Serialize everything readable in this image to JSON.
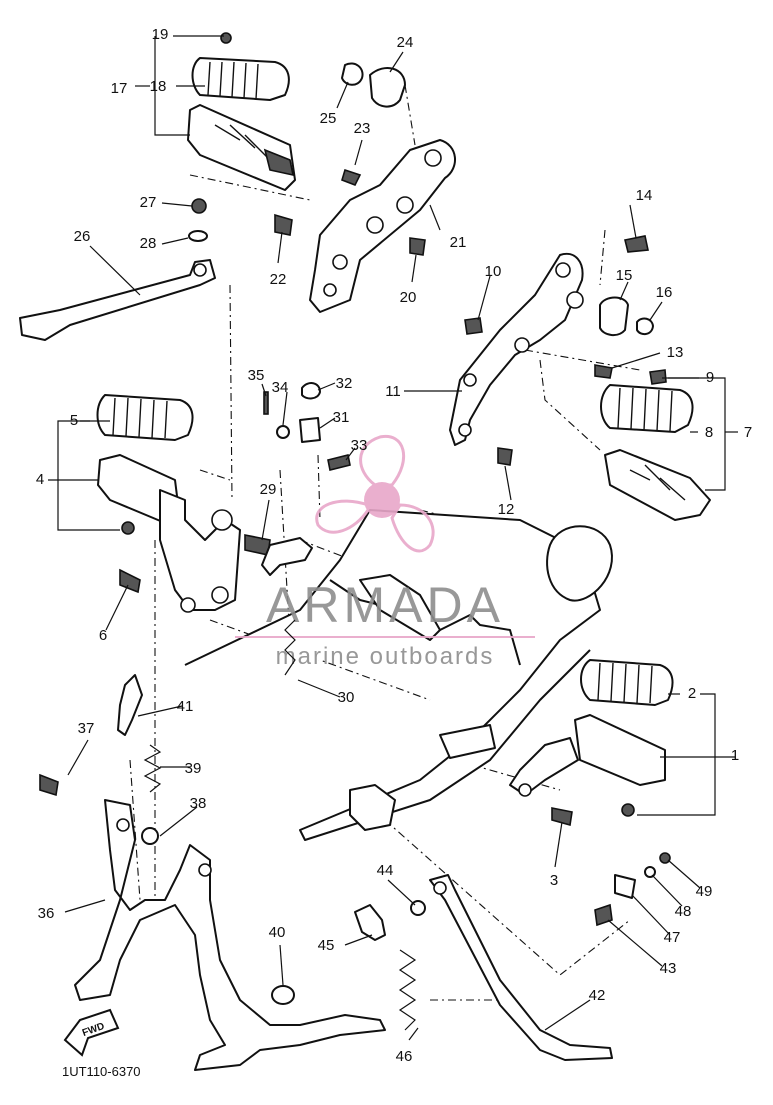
{
  "diagram": {
    "code": "1UT110-6370",
    "fwd_label": "FWD",
    "watermark": {
      "brand": "ARMADA",
      "tagline": "marine outboards",
      "accent_color": "#e8a7c9",
      "text_color": "#8d8d8d"
    },
    "part_numbers": [
      "1",
      "2",
      "3",
      "4",
      "5",
      "6",
      "7",
      "8",
      "9",
      "10",
      "11",
      "12",
      "13",
      "14",
      "15",
      "16",
      "17",
      "18",
      "19",
      "20",
      "21",
      "22",
      "23",
      "24",
      "25",
      "26",
      "27",
      "28",
      "29",
      "30",
      "31",
      "32",
      "33",
      "34",
      "35",
      "36",
      "37",
      "38",
      "39",
      "40",
      "41",
      "42",
      "43",
      "44",
      "45",
      "46",
      "47",
      "48",
      "49"
    ]
  }
}
